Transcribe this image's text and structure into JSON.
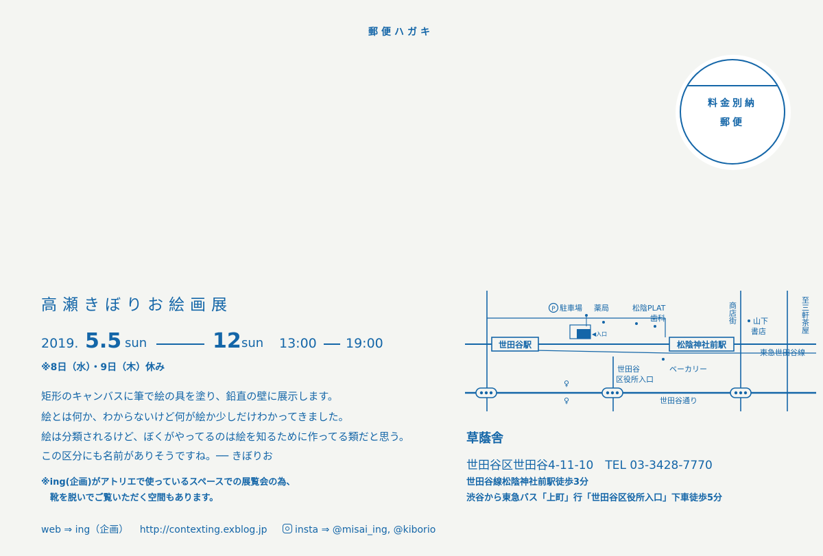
{
  "header": "郵便ハガキ",
  "stamp": {
    "line1": "料金別納",
    "line2": "郵便"
  },
  "title": "高瀬きぼりお絵画展",
  "dates": {
    "year": "2019.",
    "start": "5.5",
    "start_day": "sun",
    "end": "12",
    "end_day": "sun",
    "time_start": "13:00",
    "time_end": "19:00"
  },
  "closed": "※8日（水）・9日（木）休み",
  "body": [
    "矩形のキャンバスに筆で絵の具を塗り、鉛直の壁に展示します。",
    "絵とは何か、わからないけど何が絵か少しだけわかってきました。",
    "絵は分類されるけど、ぼくがやってるのは絵を知るために作ってる類だと思う。",
    "この区分にも名前がありそうですね。── きぼりお"
  ],
  "note": [
    "※ing(企画)がアトリエで使っているスペースでの展覧会の為、",
    "　靴を脱いでご覧いただく空間もあります。"
  ],
  "footer": {
    "web_label": "web ⇒ ing（企画）",
    "web_url": "http://contexting.exblog.jp",
    "insta": "insta ⇒ @misai_ing, @kiborio"
  },
  "map": {
    "parking": "駐車場",
    "parking_mark": "P",
    "pharmacy": "薬局",
    "plat": "松陰PLAT",
    "dentist": "歯科",
    "shopping_street": "商店街",
    "yamashita": "山下",
    "bookstore": "書店",
    "sancha": "至三軒茶屋",
    "station_left": "世田谷駅",
    "station_right": "松陰神社前駅",
    "entrance": "◀入口",
    "line_name": "東急世田谷線",
    "bakery": "ベーカリー",
    "bus_stop_1": "世田谷",
    "bus_stop_2": "区役所入口",
    "road": "世田谷通り",
    "female_mark": "♀"
  },
  "venue": {
    "name": "草蔭舎",
    "address": "世田谷区世田谷4-11-10　TEL 03-3428-7770",
    "access1": "世田谷線松陰神社前駅徒歩3分",
    "access2": "渋谷から東急バス「上町」行「世田谷区役所入口」下車徒歩5分"
  }
}
